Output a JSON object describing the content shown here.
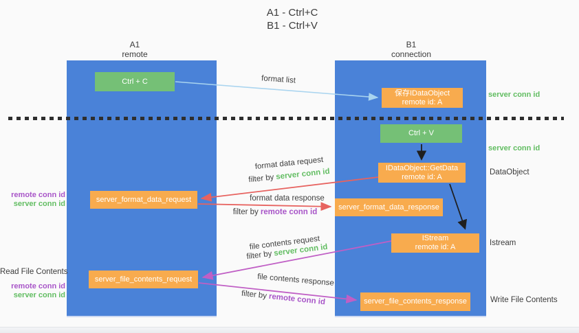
{
  "title": {
    "line1": "A1 - Ctrl+C",
    "line2": "B1 - Ctrl+V"
  },
  "lanes": {
    "left": {
      "name": "A1",
      "subtitle": "remote"
    },
    "right": {
      "name": "B1",
      "subtitle": "connection"
    }
  },
  "nodes": {
    "ctrl_c": {
      "label": "Ctrl + C"
    },
    "save_idataobject": {
      "line1": "保存IDataObject",
      "line2": "remote id: A"
    },
    "ctrl_v": {
      "label": "Ctrl + V"
    },
    "idataobject_getdata": {
      "line1": "IDataObject::GetData",
      "line2": "remote id: A"
    },
    "server_format_data_request": {
      "label": "server_format_data_request"
    },
    "server_format_data_response": {
      "label": "server_format_data_response"
    },
    "istream": {
      "line1": "IStream",
      "line2": "remote id: A"
    },
    "server_file_contents_request": {
      "label": "server_file_contents_request"
    },
    "server_file_contents_response": {
      "label": "server_file_contents_response"
    }
  },
  "edge_labels": {
    "format_list": "format list",
    "format_data_request": "format data request",
    "format_data_response": "format data response",
    "file_contents_request": "file contents request",
    "file_contents_response": "file contents response",
    "filter_by": "filter by",
    "server_conn_id": "server conn id",
    "remote_conn_id": "remote conn id"
  },
  "side_labels": {
    "right_server_conn_id_1": "server conn id",
    "right_server_conn_id_2": "server conn id",
    "dataobject": "DataObject",
    "istream": "Istream",
    "write_file_contents": "Write File Contents",
    "left_remote_conn_id_1": "remote conn id",
    "left_server_conn_id_1": "server conn id",
    "read_file_contents": "Read File Contents",
    "left_remote_conn_id_2": "remote conn id",
    "left_server_conn_id_2": "server conn id"
  },
  "colors": {
    "lane_blue": "#4a82d8",
    "box_green": "#75c076",
    "box_orange": "#f8ab4e",
    "label_green": "#62bd62",
    "label_purple": "#a855c8",
    "arrow_red": "#e76360",
    "arrow_magenta": "#c05fc5",
    "arrow_light_blue": "#a9d4ef",
    "arrow_black": "#1f1f1f",
    "text_dark": "#3b3b3b"
  }
}
